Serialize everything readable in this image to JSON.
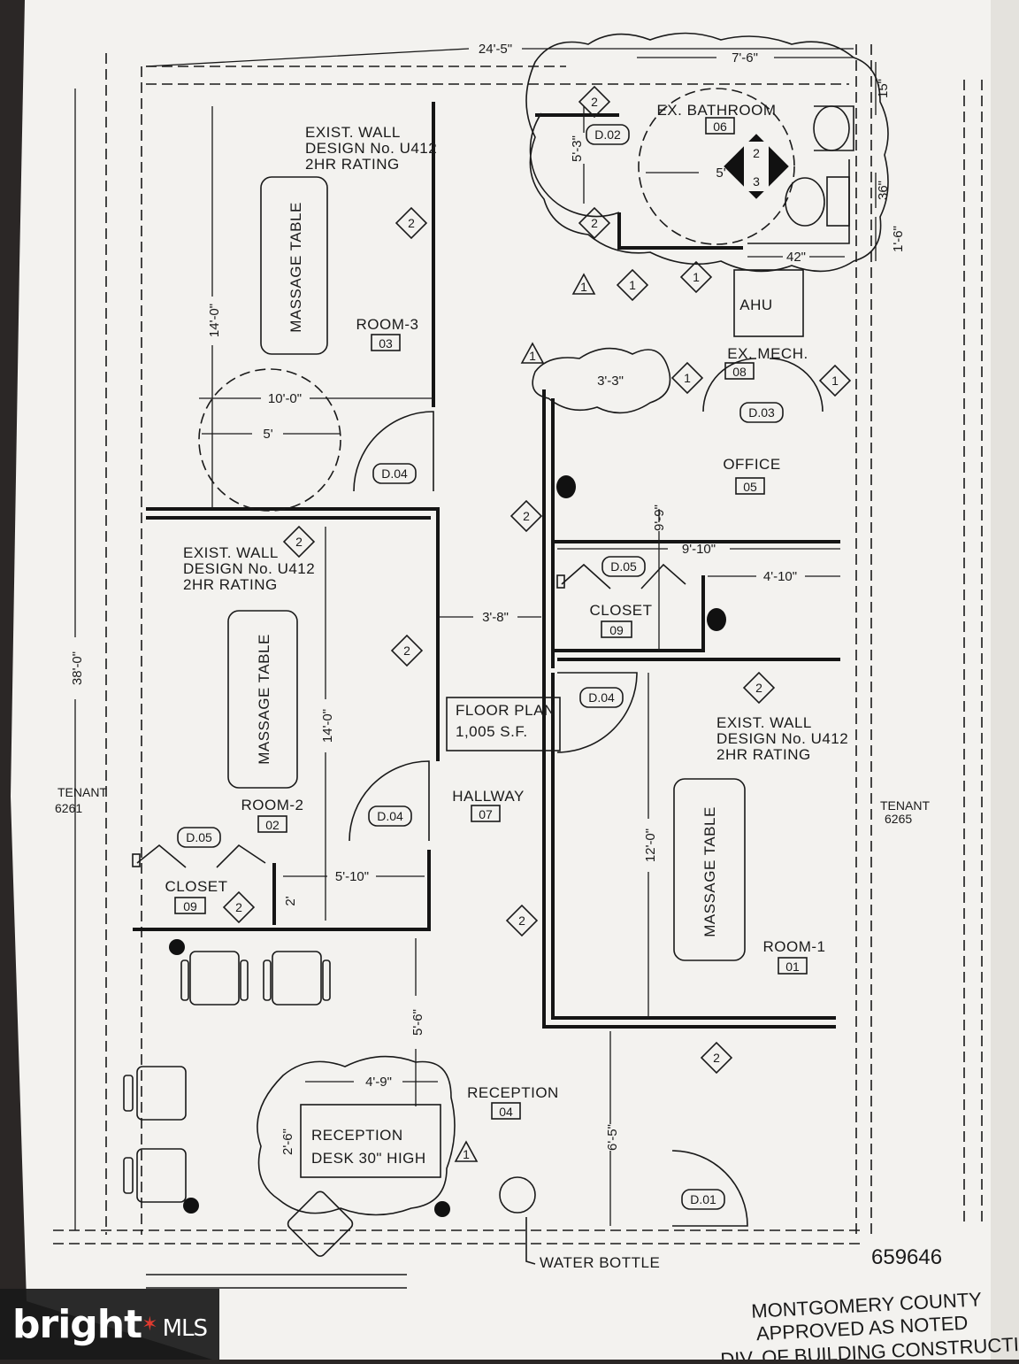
{
  "labels": {
    "dim_overall_width": "24'-5\"",
    "dim_bath_width": "7'-6\"",
    "dim_15": "15\"",
    "dim_36": "36\"",
    "dim_1_6": "1'-6\"",
    "dim_42": "42\"",
    "dim_5_3": "5'-3\"",
    "dim_5_bath": "5'",
    "dim_room3_len": "14'-0\"",
    "dim_room3_width": "10'-0\"",
    "dim_5_room3": "5'",
    "dim_38": "38'-0\"",
    "dim_room2_len": "14'-0\"",
    "dim_3_8": "3'-8\"",
    "dim_3_3": "3'-3\"",
    "dim_9_9": "9'-9\"",
    "dim_9_10": "9'-10\"",
    "dim_4_10": "4'-10\"",
    "dim_12": "12'-0\"",
    "dim_5_10": "5'-10\"",
    "dim_2": "2'",
    "dim_5_6": "5'-6\"",
    "dim_4_9": "4'-9\"",
    "dim_2_6": "2'-6\"",
    "dim_6_5": "6'-5\"",
    "exist_wall_1": "EXIST. WALL",
    "exist_wall_2": "DESIGN No. U412",
    "exist_wall_3": "2HR RATING",
    "massage_table": "MASSAGE TABLE",
    "room3": "ROOM-3",
    "room3_no": "03",
    "room2": "ROOM-2",
    "room2_no": "02",
    "room1": "ROOM-1",
    "room1_no": "01",
    "bathroom": "EX. BATHROOM",
    "bathroom_no": "06",
    "ahu": "AHU",
    "mech": "EX. MECH.",
    "mech_no": "08",
    "office": "OFFICE",
    "office_no": "05",
    "closet": "CLOSET",
    "closet_no": "09",
    "hallway": "HALLWAY",
    "hallway_no": "07",
    "reception": "RECEPTION",
    "reception_no": "04",
    "floor_plan_1": "FLOOR PLAN",
    "floor_plan_2": "1,005 S.F.",
    "reception_desk_1": "RECEPTION",
    "reception_desk_2": "DESK 30\" HIGH",
    "water_bottle": "WATER BOTTLE",
    "tenant_left_1": "TENANT",
    "tenant_left_2": "6261",
    "tenant_right_1": "TENANT",
    "tenant_right_2": "6265",
    "door_d01": "D.01",
    "door_d02": "D.02",
    "door_d03": "D.03",
    "door_d04": "D.04",
    "door_d05": "D.05",
    "tag_1": "1",
    "tag_2": "2",
    "tag_3": "3",
    "stamp_1": "MONTGOMERY COUNTY",
    "stamp_2": "APPROVED AS NOTED",
    "stamp_3": "DIV. OF BUILDING CONSTRUCTION",
    "permit_no": "659646",
    "watermark_brand": "bright",
    "watermark_mls": "MLS"
  }
}
